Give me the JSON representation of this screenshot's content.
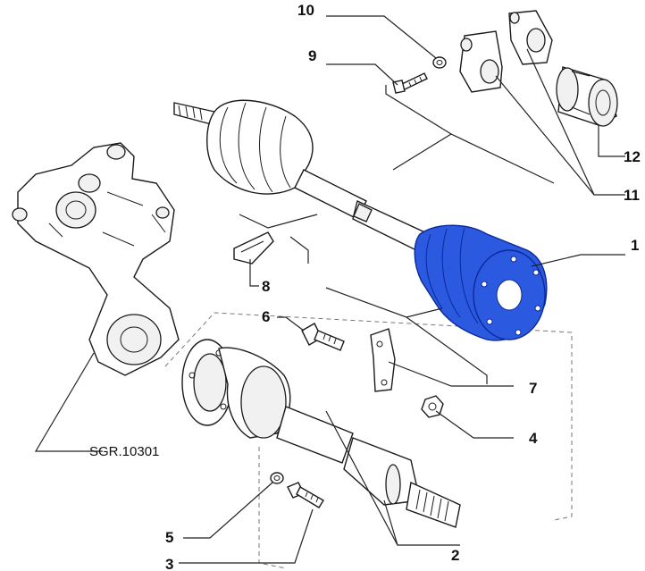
{
  "diagram": {
    "highlight_color": "#2b59e0",
    "reference_code": "SGR.10301",
    "callouts": [
      {
        "id": "1",
        "label": "1"
      },
      {
        "id": "2",
        "label": "2"
      },
      {
        "id": "3",
        "label": "3"
      },
      {
        "id": "4",
        "label": "4"
      },
      {
        "id": "5",
        "label": "5"
      },
      {
        "id": "6",
        "label": "6"
      },
      {
        "id": "7",
        "label": "7"
      },
      {
        "id": "8",
        "label": "8"
      },
      {
        "id": "9",
        "label": "9"
      },
      {
        "id": "10",
        "label": "10"
      },
      {
        "id": "11",
        "label": "11"
      },
      {
        "id": "12",
        "label": "12"
      }
    ]
  }
}
